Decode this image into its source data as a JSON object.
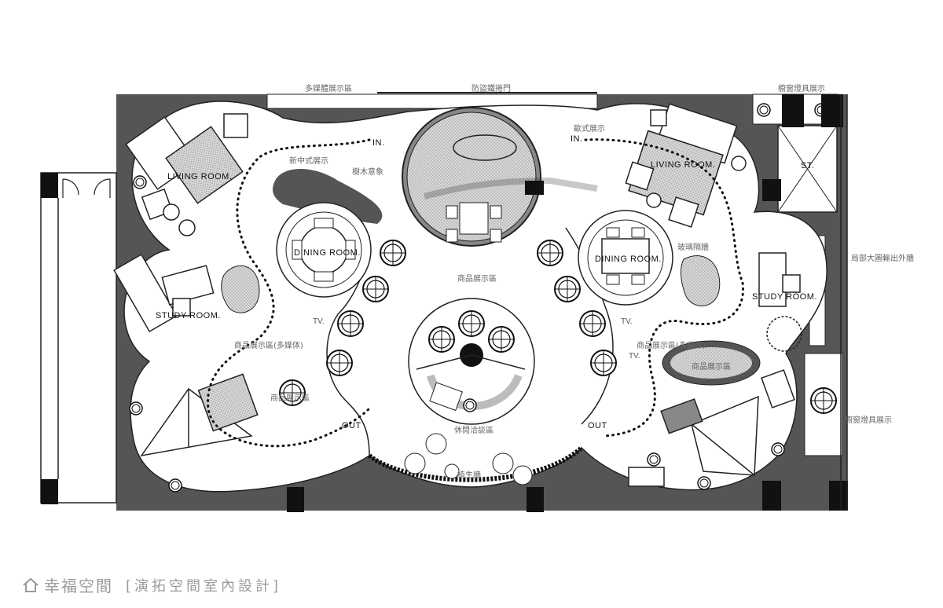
{
  "labels": {
    "living_room_left": "LIVING ROOM.",
    "living_room_right": "LIVING ROOM.",
    "dining_room_left": "DINING ROOM.",
    "dining_room_right": "DINING ROOM.",
    "study_room_left": "STUDY ROOM.",
    "study_room_right": "STUDY ROOM.",
    "in_left": "IN.",
    "in_right": "IN.",
    "out_left": "OUT",
    "out_right": "OUT",
    "st": "ST.",
    "tv_left": "TV.",
    "tv_right": "TV.",
    "tv_right2": "TV."
  },
  "zones": {
    "multimedia_display": "多媒體展示區",
    "security_gate": "防盜鐵捲門",
    "window_lamp_top": "櫥窗燈具展示",
    "window_lamp_right": "櫥窗燈具展示",
    "new_chinese_display": "新中式展示",
    "wood_image": "樹木意象",
    "modern_display": "歐式展示",
    "product_display_center": "商品展示區",
    "product_display_left": "商品展示區(多媒体)",
    "product_display_right": "商品展示區(多媒体)",
    "product_display_lower": "商品展示區",
    "product_display_oval": "商品展示區",
    "leisure_area": "休閒洽談區",
    "glass_wall": "局部大圖輸出外牆",
    "plant_area": "植生牆",
    "glass_screen": "玻璃隔牆"
  },
  "watermark": {
    "brand": "幸福空間",
    "designer": "[演拓空間室內設計]"
  },
  "colors": {
    "wall_gray": "#555555",
    "floor_white": "#ffffff",
    "hatch_gray": "#cfcfcf",
    "column_black": "#111111"
  },
  "icons": [
    "house-icon"
  ]
}
